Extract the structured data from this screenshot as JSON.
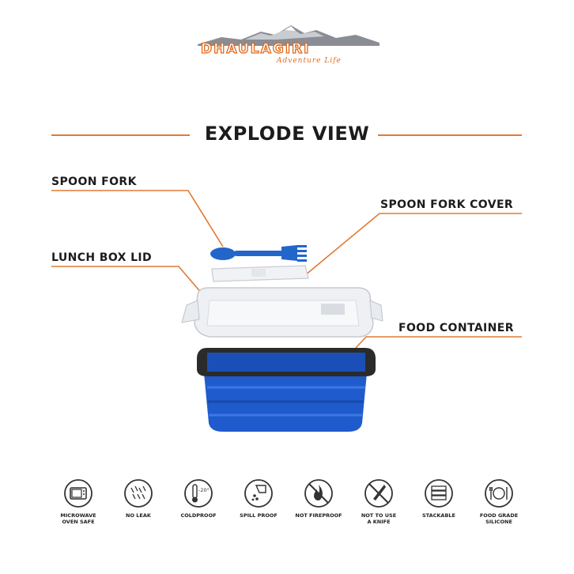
{
  "brand": {
    "name": "DHAULAGIRI",
    "tagline": "Adventure Life",
    "accent_color": "#e06a1c",
    "logo_icon": "mountain-range-icon"
  },
  "title": "EXPLODE VIEW",
  "callouts": {
    "spoon_fork": "SPOON FORK",
    "spoon_fork_cover": "SPOON FORK COVER",
    "lunch_box_lid": "LUNCH BOX LID",
    "food_container": "FOOD CONTAINER"
  },
  "colors": {
    "leader_line": "#e07a33",
    "container_blue": "#1f5bcc",
    "rim_dark": "#2b2b2b"
  },
  "features": [
    {
      "icon": "microwave-icon",
      "label": "MICROWAVE\nOVEN SAFE"
    },
    {
      "icon": "no-leak-icon",
      "label": "NO LEAK"
    },
    {
      "icon": "thermometer-icon",
      "label": "COLDPROOF",
      "value": "-20°"
    },
    {
      "icon": "spill-proof-icon",
      "label": "SPILL PROOF"
    },
    {
      "icon": "not-fireproof-icon",
      "label": "NOT FIREPROOF"
    },
    {
      "icon": "no-knife-icon",
      "label": "NOT TO USE\nA KNIFE"
    },
    {
      "icon": "stackable-icon",
      "label": "STACKABLE"
    },
    {
      "icon": "food-grade-icon",
      "label": "FOOD GRADE\nSILICONE"
    }
  ]
}
